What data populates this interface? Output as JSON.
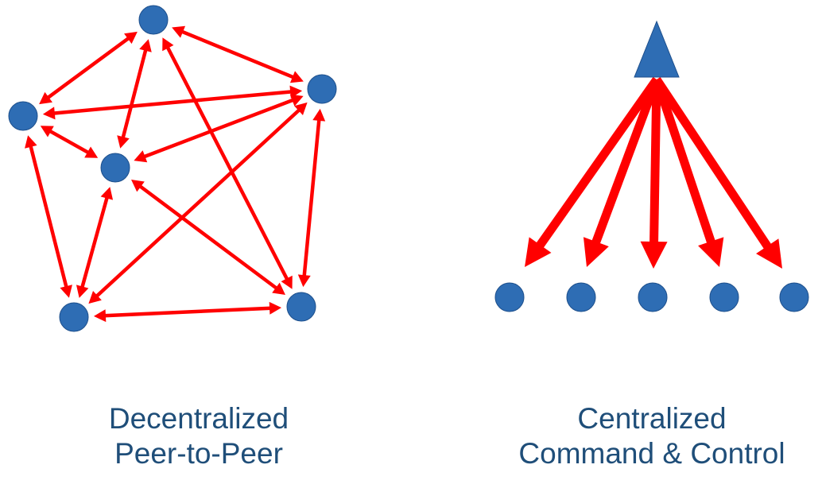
{
  "colors": {
    "node": "#2e6db4",
    "node_edge": "#1d4f8c",
    "arrow": "#ff0000",
    "caption": "#1f4e79"
  },
  "left_diagram": {
    "caption_lines": [
      "Decentralized",
      "Peer-to-Peer"
    ],
    "node_count": 6,
    "link_type": "bidirectional"
  },
  "right_diagram": {
    "caption_lines": [
      "Centralized",
      "Command & Control"
    ],
    "commander_shape": "triangle",
    "node_count": 5,
    "link_type": "one-way from commander to each node"
  }
}
